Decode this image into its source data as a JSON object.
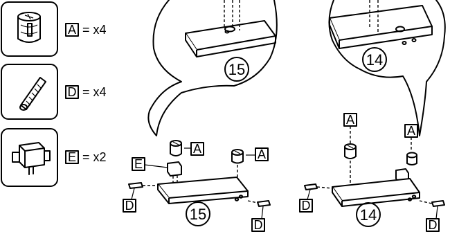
{
  "parts": [
    {
      "code": "A",
      "text": "= x4",
      "icon": "cam-lock-icon"
    },
    {
      "code": "D",
      "text": "= x4",
      "icon": "wooden-dowel-icon"
    },
    {
      "code": "E",
      "text": "= x2",
      "icon": "bracket-connector-icon"
    }
  ],
  "labels": {
    "a": "A",
    "d": "D",
    "e": "E",
    "step_left": "15",
    "step_right": "14"
  },
  "colors": {
    "line": "#000000",
    "background": "#ffffff",
    "tile_border": "#000000"
  }
}
